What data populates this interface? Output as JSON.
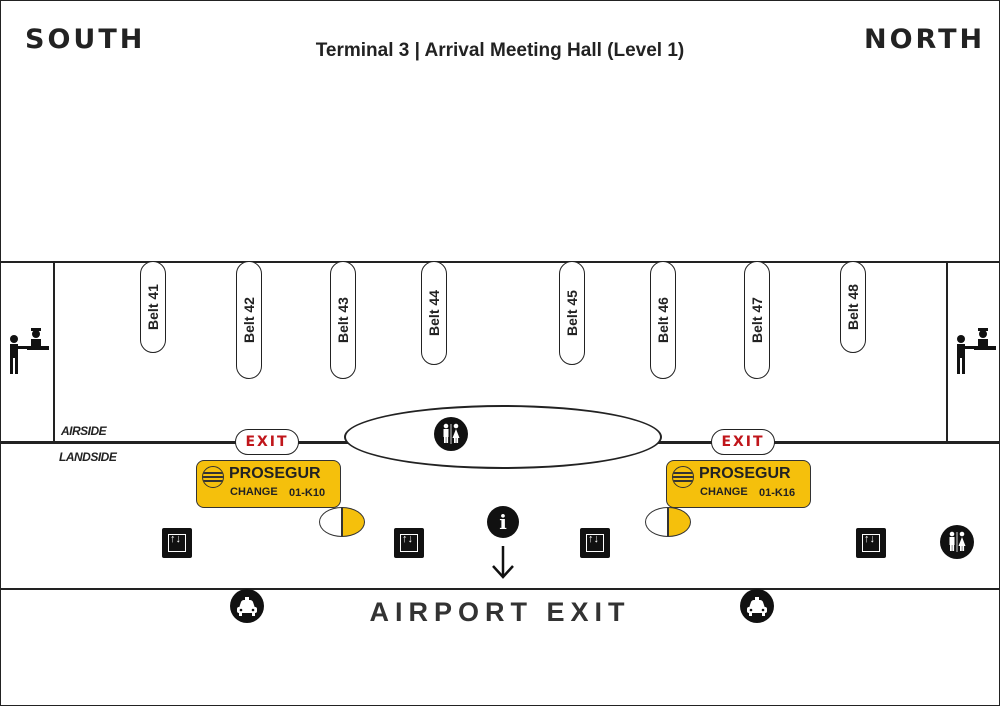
{
  "header": {
    "south": "SOUTH",
    "north": "NORTH",
    "title": "Terminal 3 | Arrival Meeting Hall (Level 1)"
  },
  "belts": [
    "Belt 41",
    "Belt 42",
    "Belt 43",
    "Belt 44",
    "Belt 45",
    "Belt 46",
    "Belt 47",
    "Belt 48"
  ],
  "zones": {
    "airside": "AIRSIDE",
    "landside": "LANDSIDE"
  },
  "exits": {
    "left": "EXIT",
    "right": "EXIT"
  },
  "exchange": [
    {
      "name": "PROSEGUR",
      "change": "CHANGE",
      "code": "01-K10"
    },
    {
      "name": "PROSEGUR",
      "change": "CHANGE",
      "code": "01-K16"
    }
  ],
  "info_icon": "i",
  "airport_exit": "AIRPORT EXIT",
  "icons": [
    "passport-control-icon",
    "restroom-icon",
    "elevator-icon",
    "information-icon",
    "taxi-icon",
    "down-arrow-icon",
    "currency-exchange-icon"
  ],
  "colors": {
    "exit_text": "#c0161b",
    "exchange": "#f5c00c",
    "icon_bg": "#111111"
  }
}
